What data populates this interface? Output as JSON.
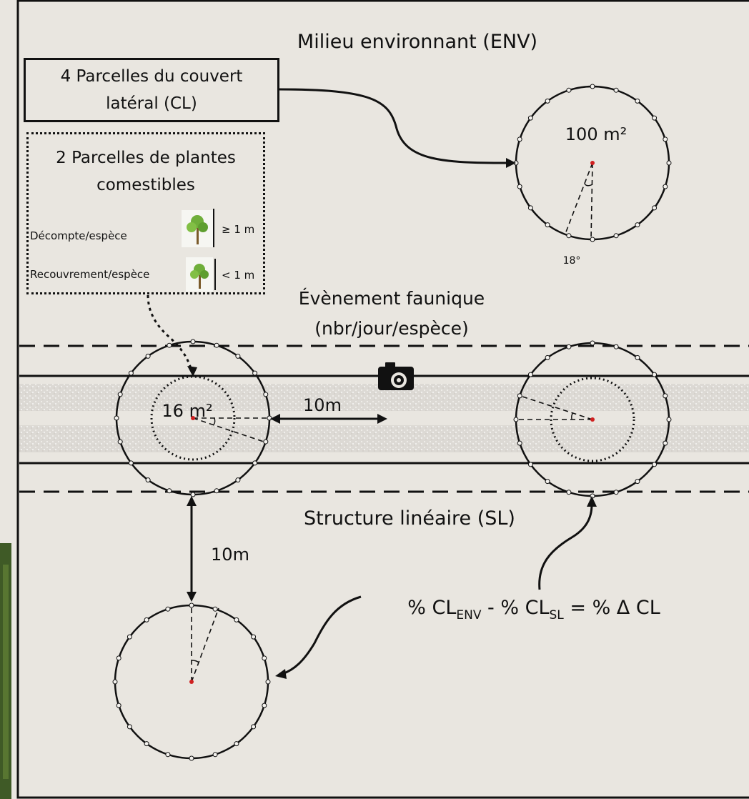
{
  "labels": {
    "environment": "Milieu environnant (ENV)",
    "lateral_cover_line1": "4 Parcelles du couvert",
    "lateral_cover_line2": "latéral (CL)",
    "edible_line1": "2 Parcelles de plantes",
    "edible_line2": "comestibles",
    "count_per_species": "Décompte/espèce",
    "cover_per_species": "Recouvrement/espèce",
    "tall_height": "≥ 1 m",
    "short_height": "< 1 m",
    "area_large": "100 m²",
    "area_small": "16 m²",
    "angle": "18°",
    "wildlife_line1": "Évènement faunique",
    "wildlife_line2": "(nbr/jour/espèce)",
    "distance_horizontal": "10m",
    "distance_vertical": "10m",
    "linear_structure": "Structure linéaire (SL)",
    "formula": "% CL_ENV - % CL_SL = % Δ CL"
  },
  "formula_parts": {
    "p1": "% CL",
    "sub1": "ENV",
    "p2": " - % CL",
    "sub2": "SL",
    "p3": " = % Δ CL"
  },
  "icons": [
    "camera-icon",
    "tree-icon-tall",
    "tree-icon-short"
  ],
  "colors": {
    "background": "#e9e6e0",
    "line": "#111111",
    "center_point": "#d02020",
    "tree_green": "#6fae3a"
  }
}
